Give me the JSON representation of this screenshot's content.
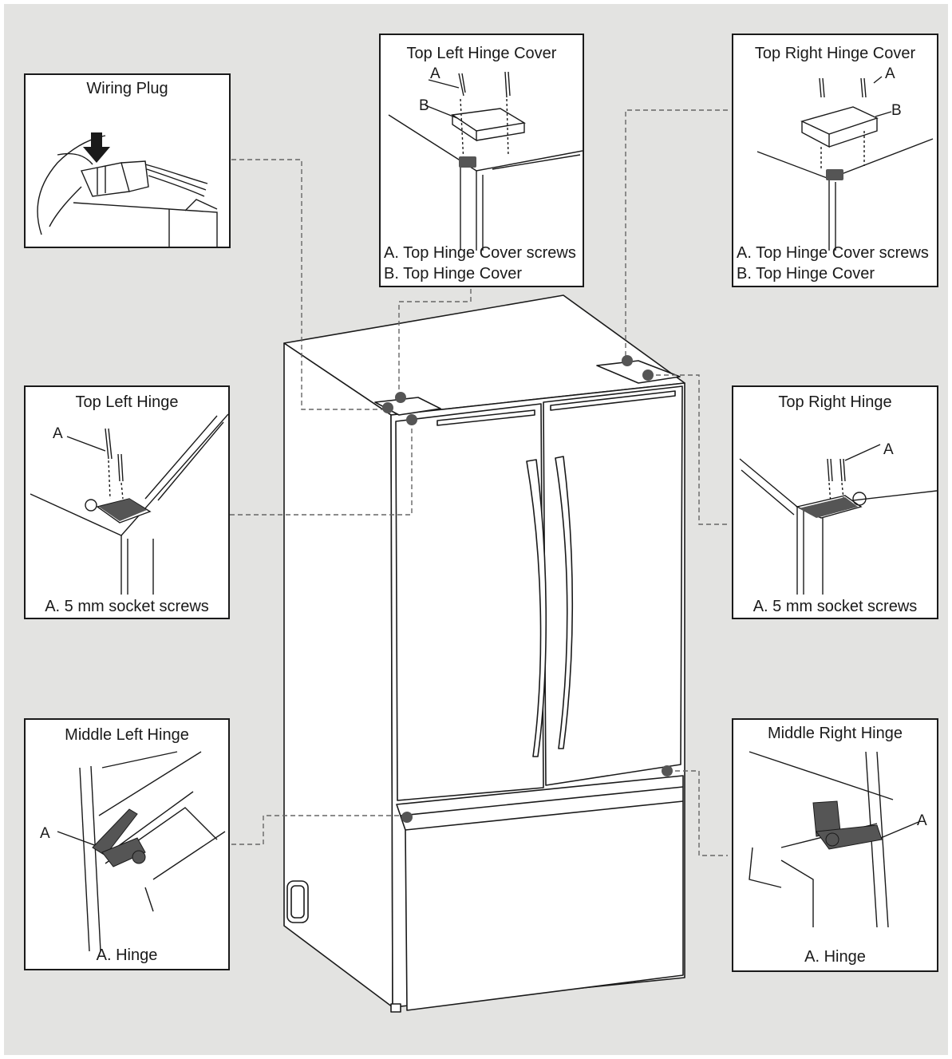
{
  "colors": {
    "background": "#e3e3e1",
    "panel": "#ffffff",
    "stroke": "#1a1a1a",
    "dot": "#555555",
    "leader": "#666666"
  },
  "panels": {
    "wiring_plug": {
      "title": "Wiring Plug"
    },
    "top_left_cover": {
      "title": "Top Left Hinge Cover",
      "label_a": "A",
      "label_b": "B",
      "caption_a": "A. Top Hinge Cover screws",
      "caption_b": "B. Top Hinge Cover"
    },
    "top_right_cover": {
      "title": "Top Right Hinge Cover",
      "label_a": "A",
      "label_b": "B",
      "caption_a": "A. Top Hinge Cover screws",
      "caption_b": "B. Top Hinge Cover"
    },
    "top_left_hinge": {
      "title": "Top Left Hinge",
      "label_a": "A",
      "caption": "A. 5 mm socket screws"
    },
    "top_right_hinge": {
      "title": "Top Right Hinge",
      "label_a": "A",
      "caption": "A. 5 mm socket screws"
    },
    "middle_left_hinge": {
      "title": "Middle Left Hinge",
      "label_a": "A",
      "caption": "A. Hinge"
    },
    "middle_right_hinge": {
      "title": "Middle Right Hinge",
      "label_a": "A",
      "caption": "A. Hinge"
    }
  }
}
